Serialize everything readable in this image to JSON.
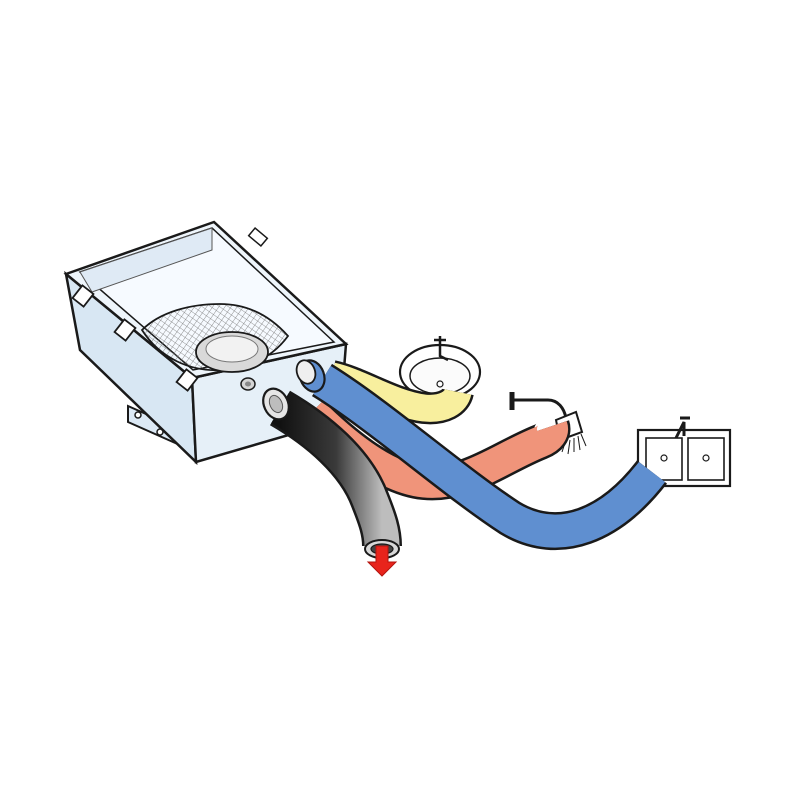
{
  "diagram": {
    "components": [
      {
        "name": "sump-box",
        "kind": "container"
      },
      {
        "name": "strainer-basket",
        "kind": "filter"
      },
      {
        "name": "sink-basin",
        "kind": "fixture"
      },
      {
        "name": "shower-head",
        "kind": "fixture"
      },
      {
        "name": "double-kitchen-sink",
        "kind": "fixture"
      },
      {
        "name": "discharge-outlet",
        "kind": "outlet"
      }
    ],
    "hoses": [
      {
        "name": "sink-drain-hose",
        "from": "sink-basin",
        "to": "sump-box",
        "color": "#f8ef9e"
      },
      {
        "name": "shower-drain-hose",
        "from": "shower-head",
        "to": "sump-box",
        "color": "#f0947a"
      },
      {
        "name": "kitchen-sink-drain-hose",
        "from": "double-kitchen-sink",
        "to": "sump-box",
        "color": "#5f8fd0"
      },
      {
        "name": "discharge-hose",
        "from": "sump-box",
        "to": "discharge-outlet",
        "color": "#2a2a2a"
      }
    ],
    "colors": {
      "box_fill": "#e3eff8",
      "box_side": "#d2e3f1",
      "outline": "#1a1a1a",
      "flow_arrow": "#e8241c",
      "mesh": "#888888"
    }
  }
}
